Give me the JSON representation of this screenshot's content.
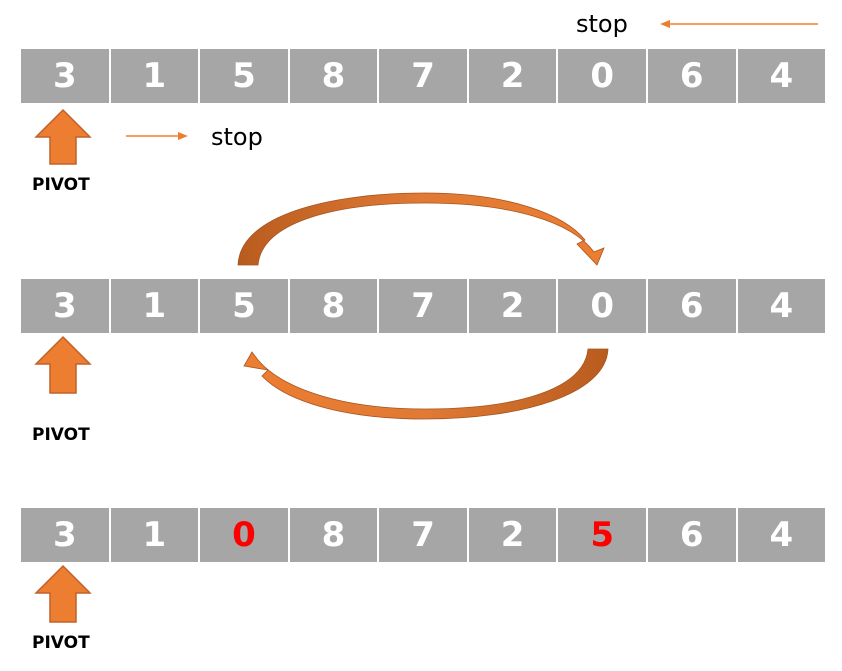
{
  "diagram": {
    "rows": [
      {
        "cells": [
          "3",
          "1",
          "5",
          "8",
          "7",
          "2",
          "0",
          "6",
          "4"
        ],
        "highlight": []
      },
      {
        "cells": [
          "3",
          "1",
          "5",
          "8",
          "7",
          "2",
          "0",
          "6",
          "4"
        ],
        "highlight": []
      },
      {
        "cells": [
          "3",
          "1",
          "0",
          "8",
          "7",
          "2",
          "5",
          "6",
          "4"
        ],
        "highlight": [
          2,
          6
        ]
      }
    ],
    "pivot_label": "PIVOT",
    "stop_right_label": "stop",
    "stop_left_label": "stop",
    "colors": {
      "cell_bg": "#a6a6a6",
      "cell_text": "#ffffff",
      "highlight_text": "#ff0000",
      "arrow_orange": "#ed7d31",
      "arrow_dark": "#b85c1e"
    }
  }
}
